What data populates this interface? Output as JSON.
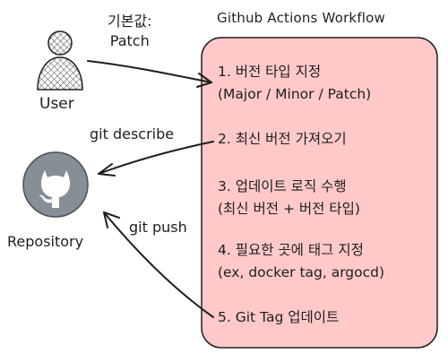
{
  "workflow": {
    "title": "Github Actions Workflow",
    "steps": [
      {
        "line1": "1. 버전 타입 지정",
        "line2": "(Major / Minor / Patch)"
      },
      {
        "line1": "2. 최신 버전 가져오기",
        "line2": ""
      },
      {
        "line1": "3. 업데이트 로직 수행",
        "line2": "(최신 버전 + 버전 타입)"
      },
      {
        "line1": "4. 필요한 곳에 태그 지정",
        "line2": "(ex, docker tag, argocd)"
      },
      {
        "line1": "5. Git Tag 업데이트",
        "line2": ""
      }
    ],
    "box_color": "#ffc9c9",
    "border_color": "#1e1e1e"
  },
  "user": {
    "label": "User",
    "icon": "user-icon"
  },
  "repository": {
    "label": "Repository",
    "icon": "github-icon",
    "circle_color": "#868e96"
  },
  "edges": {
    "user_to_workflow": {
      "label_line1": "기본값:",
      "label_line2": "Patch"
    },
    "workflow_to_repo": {
      "label": "git describe"
    },
    "workflow_to_repo_push": {
      "label": "git push"
    }
  }
}
